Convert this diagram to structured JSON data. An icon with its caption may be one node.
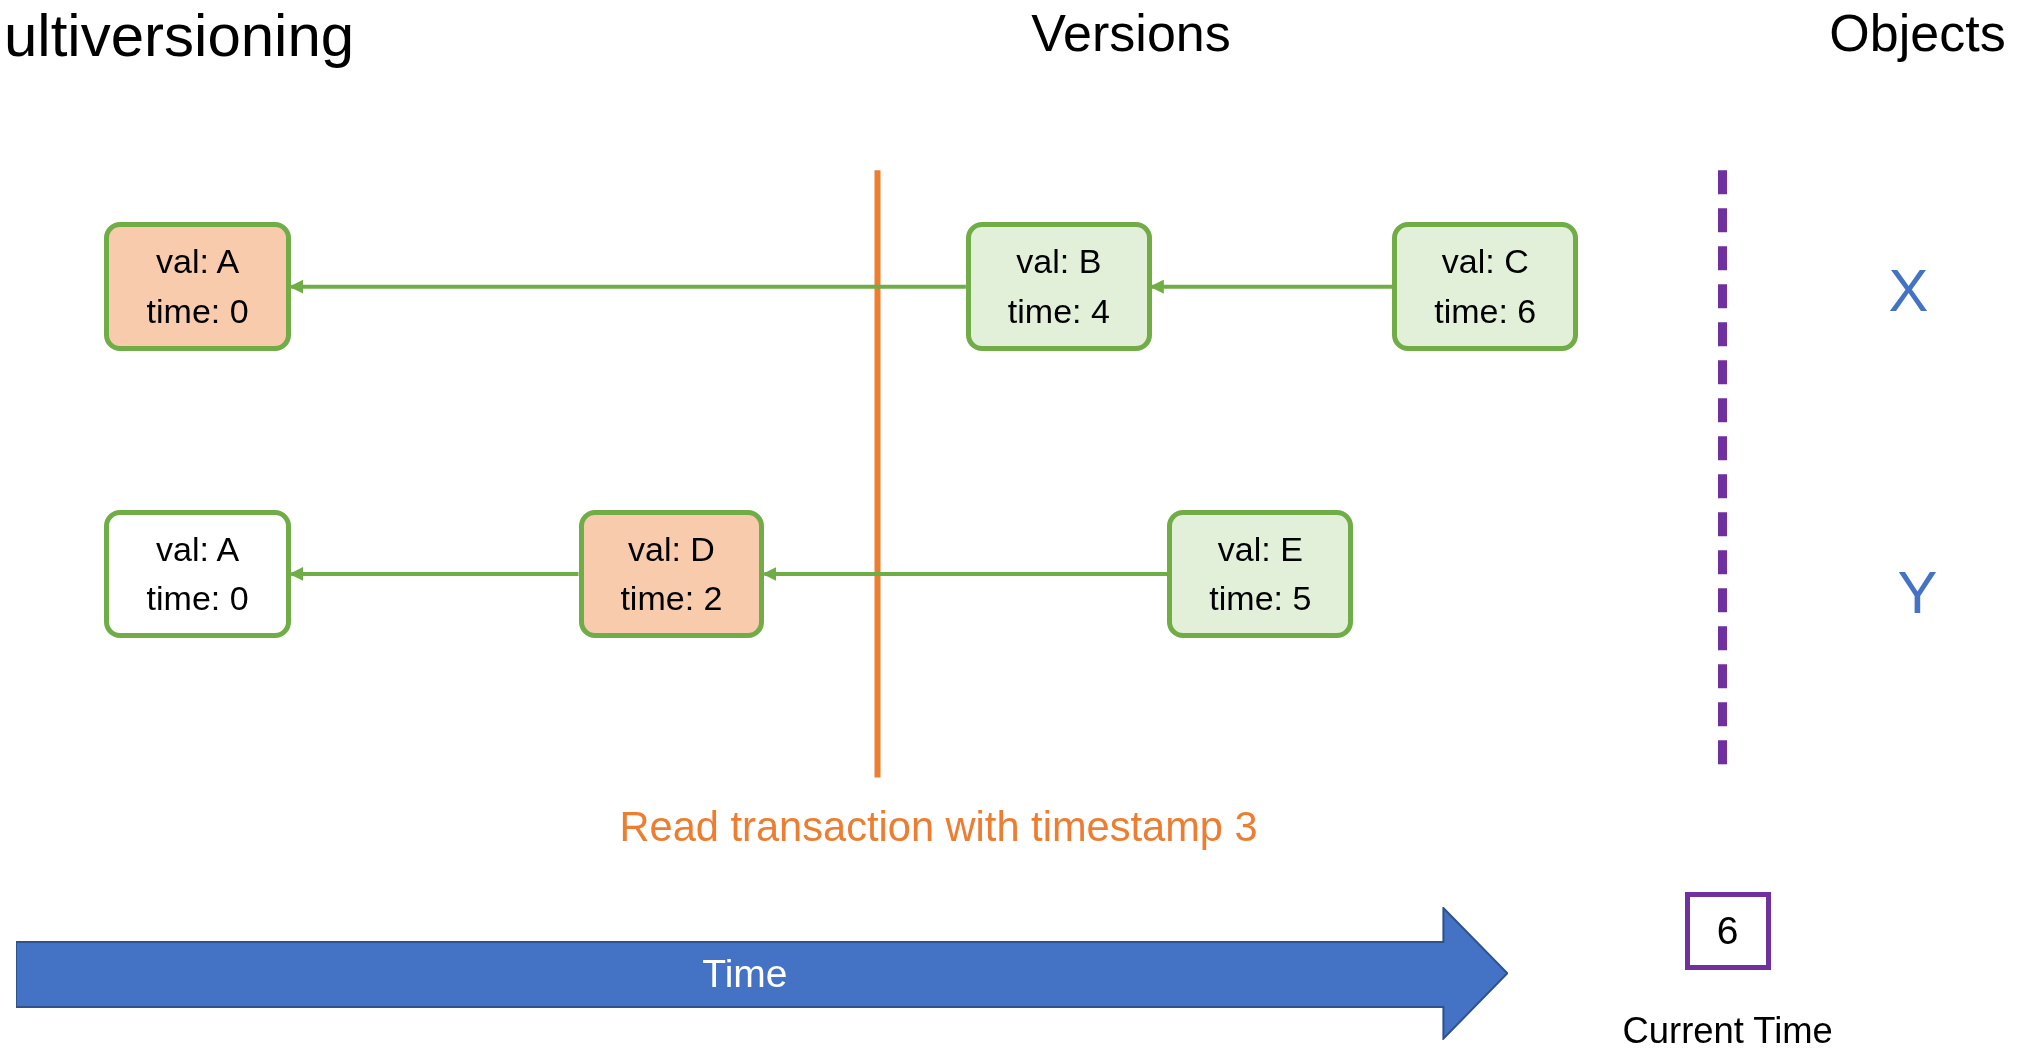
{
  "diagram": {
    "title": "ultiversioning",
    "nodes": [
      {
        "text": [
          "val: A",
          "time: 0"
        ]
      },
      {
        "text": [
          "val: B",
          "time: 4"
        ]
      },
      {
        "text": [
          "val: C",
          "time: 6"
        ]
      },
      {
        "text": [
          "val: A",
          "time: 0"
        ]
      },
      {
        "text": [
          "val: D",
          "time: 2"
        ]
      },
      {
        "text": [
          "val: E",
          "time: 5"
        ]
      },
      {
        "text": [
          "Time"
        ]
      },
      {
        "text": [
          "6"
        ],
        "beside": [
          "Current Time"
        ]
      }
    ],
    "edges": [
      {
        "from": 2,
        "to": 1,
        "arrow": "to"
      },
      {
        "from": 1,
        "to": 0,
        "arrow": "to"
      },
      {
        "from": 5,
        "to": 4,
        "arrow": "to"
      },
      {
        "from": 4,
        "to": 3,
        "arrow": "to"
      }
    ],
    "labels": [
      "Versions",
      "Objects",
      "X",
      "Y",
      "Read transaction with timestamp 3"
    ]
  }
}
